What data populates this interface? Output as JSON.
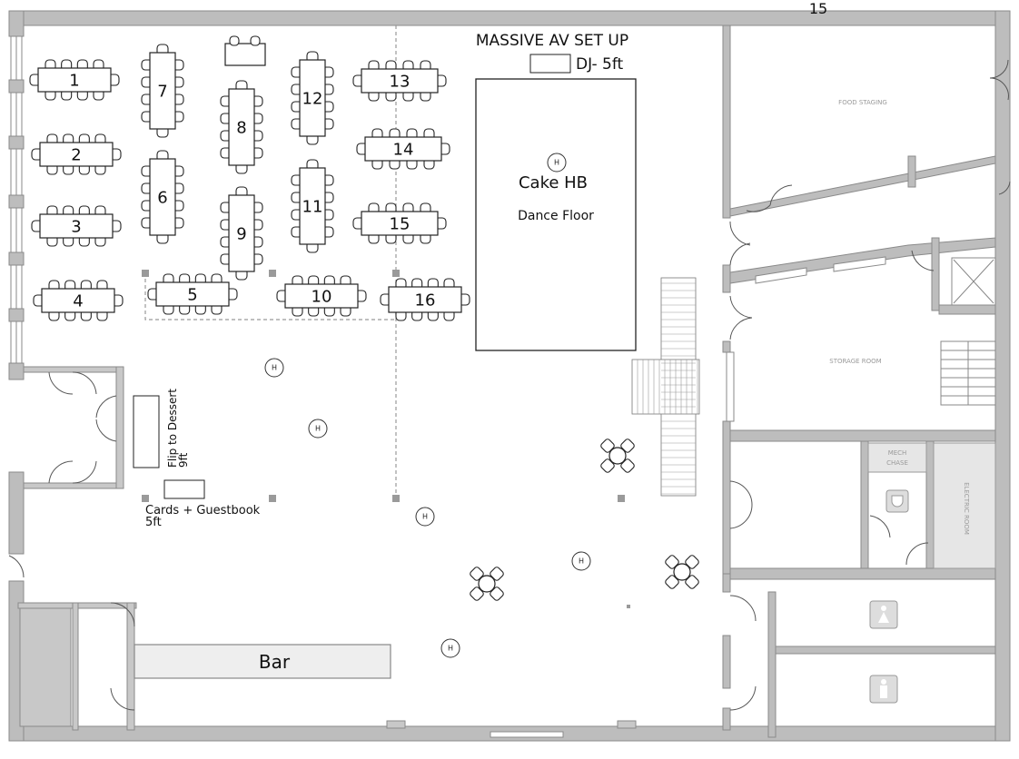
{
  "tables": [
    {
      "id": "1",
      "label": "1"
    },
    {
      "id": "2",
      "label": "2"
    },
    {
      "id": "3",
      "label": "3"
    },
    {
      "id": "4",
      "label": "4"
    },
    {
      "id": "5",
      "label": "5"
    },
    {
      "id": "6",
      "label": "6"
    },
    {
      "id": "7",
      "label": "7"
    },
    {
      "id": "8",
      "label": "8"
    },
    {
      "id": "9",
      "label": "9"
    },
    {
      "id": "10",
      "label": "10"
    },
    {
      "id": "11",
      "label": "11"
    },
    {
      "id": "12",
      "label": "12"
    },
    {
      "id": "13",
      "label": "13"
    },
    {
      "id": "14",
      "label": "14"
    },
    {
      "id": "15",
      "label": "15"
    },
    {
      "id": "16",
      "label": "16"
    }
  ],
  "labels": {
    "top_number": "15",
    "av_setup": "MASSIVE AV SET UP",
    "dj": "DJ- 5ft",
    "cake": "Cake HB",
    "dance_floor": "Dance Floor",
    "flip_dessert_line1": "Flip to Dessert",
    "flip_dessert_line2": "9ft",
    "cards_line1": "Cards + Guestbook",
    "cards_line2": "5ft",
    "bar": "Bar",
    "food_staging": "FOOD STAGING",
    "storage_room": "STORAGE ROOM",
    "mech_line1": "MECH",
    "mech_line2": "CHASE",
    "electric_room": "ELECTRIC ROOM",
    "heater": "H"
  },
  "icons": [
    "heater-icon",
    "toilet-icon",
    "womens-restroom-icon",
    "mens-restroom-icon",
    "elevator-icon",
    "stairs-icon"
  ]
}
